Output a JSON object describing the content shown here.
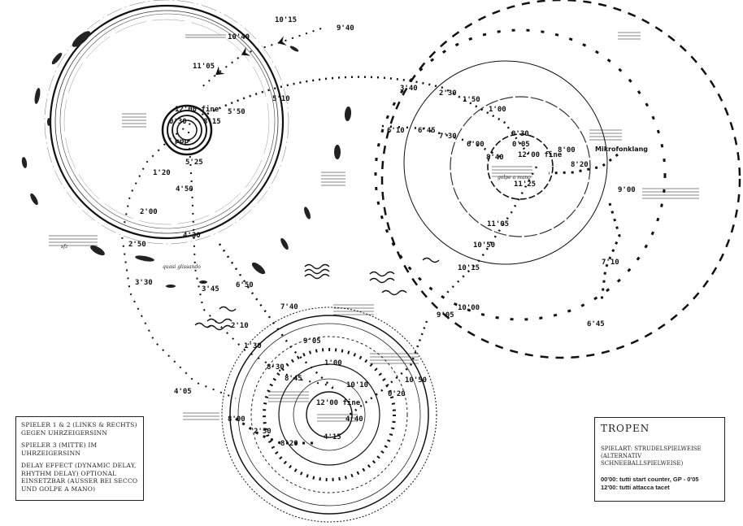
{
  "title": "Tropen",
  "playing_style": "Spielart: Strudelspielweise",
  "playing_style_alt": "(alternativ Schneeballspielweise)",
  "notes": [
    "00'00: tutti start counter, GP - 0'05",
    "12'00: tutti attacca tacet"
  ],
  "legend": {
    "players_direction": "Spieler 1 & 2 (links & rechts) gegen Uhrzeigersinn",
    "player3_direction": "Spieler 3 (Mitte) im Uhrzeigersinn",
    "delay_effect": "Delay Effect (dynamic delay, rhythm delay) optional einsetzbar (außer bei secco und golpe a mano)"
  },
  "time_markers": {
    "left": [
      "10'15",
      "9'40",
      "10'40",
      "11'05",
      "5'10",
      "5'50",
      "8'15",
      "0'30",
      "12'00 fine",
      "1'20",
      "5'25",
      "4'50",
      "2'00",
      "4'30",
      "2'50",
      "3'30",
      "3'45",
      "4'05",
      "6'50"
    ],
    "right": [
      "3'40",
      "2'30",
      "1'50",
      "1'00",
      "0'30",
      "0'05",
      "6'10",
      "6'45",
      "7'30",
      "6'00",
      "8'40",
      "12'00 fine",
      "11'25",
      "8'00",
      "8'20",
      "9'00",
      "11'05",
      "10'50",
      "10'15",
      "10'00",
      "7'10",
      "6'45",
      "9'05"
    ],
    "center": [
      "7'40",
      "9'05",
      "2'10",
      "1'30",
      "8'30",
      "1'00",
      "8'45",
      "10'10",
      "10'50",
      "0'20",
      "12'00 fine",
      "4'40",
      "8'00",
      "8'20",
      "4'15",
      "2'50"
    ]
  },
  "score_annotations": {
    "mikrofonklang": "Mikrofonklang",
    "pp": "ppp",
    "quasi_glissando": "quasi glissando",
    "golpe_a_mano": "golpe a mano",
    "sfz": "sfz"
  }
}
